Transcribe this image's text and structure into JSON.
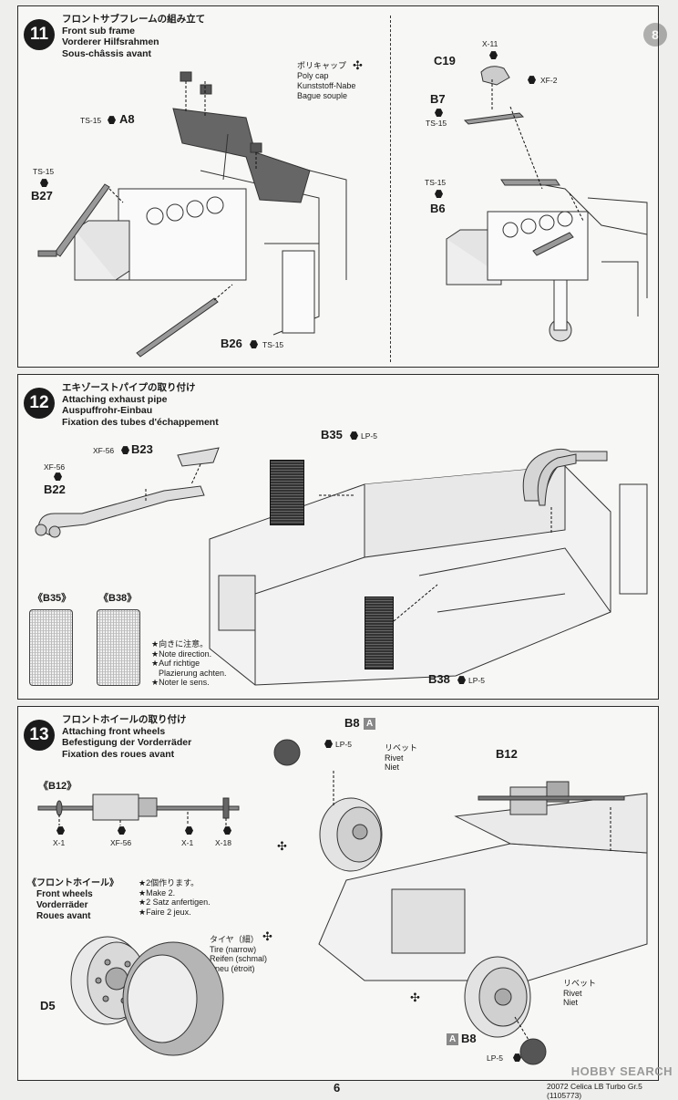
{
  "step11": {
    "number": "11",
    "title_jp": "フロントサブフレームの組み立て",
    "title_en": "Front sub frame",
    "title_de": "Vorderer Hilfsrahmen",
    "title_fr": "Sous-châssis avant",
    "polycap": [
      "ポリキャップ",
      "Poly cap",
      "Kunststoff-Nabe",
      "Bague souple"
    ],
    "parts": {
      "a8": "A8",
      "a8_screw": "TS-15",
      "b27": "B27",
      "b27_screw": "TS-15",
      "b26": "B26",
      "b26_screw": "TS-15",
      "c19": "C19",
      "c19_x": "X-11",
      "c19_xf": "XF-2",
      "b7": "B7",
      "b7_screw": "TS-15",
      "b6": "B6",
      "b6_screw": "TS-15"
    },
    "side_badge": "8"
  },
  "step12": {
    "number": "12",
    "title_jp": "エキゾーストパイプの取り付け",
    "title_en": "Attaching exhaust pipe",
    "title_de": "Auspuffrohr-Einbau",
    "title_fr": "Fixation des tubes d'échappement",
    "parts": {
      "b23": "B23",
      "b23_paint": "XF-56",
      "b22": "B22",
      "b22_paint": "XF-56",
      "b35": "B35",
      "b35_paint": "LP-5",
      "b38": "B38",
      "b38_paint": "LP-5"
    },
    "callout_b35": "《B35》",
    "callout_b38": "《B38》",
    "note": [
      "★向きに注意。",
      "★Note direction.",
      "★Auf richtige",
      "Plazierung achten.",
      "★Noter le sens."
    ]
  },
  "step13": {
    "number": "13",
    "title_jp": "フロントホイールの取り付け",
    "title_en": "Attaching front wheels",
    "title_de": "Befestigung der Vorderräder",
    "title_fr": "Fixation des roues avant",
    "b12_callout": "《B12》",
    "b12_paints": [
      "X-1",
      "XF-56",
      "X-1",
      "X-18"
    ],
    "front_wheel_callout": "《フロントホイール》",
    "front_wheel_names": [
      "Front wheels",
      "Vorderräder",
      "Roues avant"
    ],
    "make_two": [
      "★2個作ります。",
      "★Make 2.",
      "★2 Satz anfertigen.",
      "★Faire 2 jeux."
    ],
    "tire": [
      "タイヤ（細）",
      "Tire (narrow)",
      "Reifen (schmal)",
      "Pneu (étroit)"
    ],
    "rivet": [
      "リベット",
      "Rivet",
      "Niet"
    ],
    "parts": {
      "d5": "D5",
      "b8": "B8",
      "b8_badge": "A",
      "b8_paint": "LP-5",
      "b12": "B12"
    }
  },
  "footer": {
    "page": "6",
    "code": "20072  Celica LB Turbo Gr.5 (1105773)",
    "watermark": "HOBBY SEARCH"
  }
}
